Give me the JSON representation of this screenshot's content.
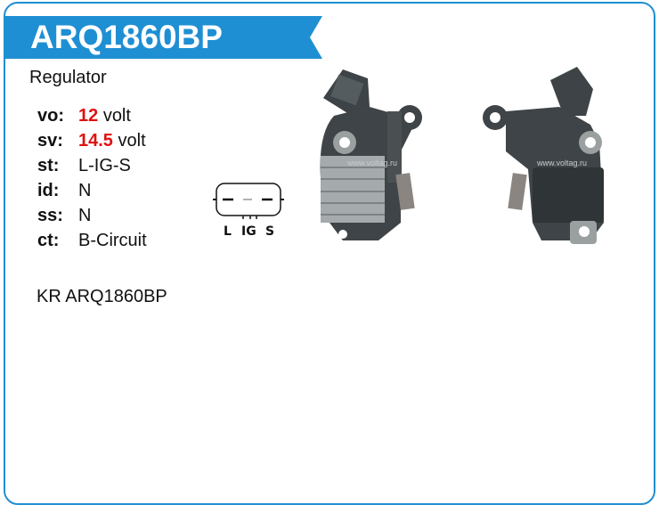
{
  "title": "ARQ1860BP",
  "type": "Regulator",
  "specs": [
    {
      "key": "vo:",
      "value": "12",
      "unit": "volt",
      "highlight": true
    },
    {
      "key": "sv:",
      "value": "14.5",
      "unit": "volt",
      "highlight": true
    },
    {
      "key": "st:",
      "value": "L-IG-S",
      "unit": "",
      "highlight": false
    },
    {
      "key": "id:",
      "value": "N",
      "unit": "",
      "highlight": false
    },
    {
      "key": "ss:",
      "value": "N",
      "unit": "",
      "highlight": false
    },
    {
      "key": "ct:",
      "value": "B-Circuit",
      "unit": "",
      "highlight": false
    }
  ],
  "cross_reference": "KR ARQ1860BP",
  "connector": {
    "pins": [
      "L",
      "IG",
      "S"
    ]
  },
  "watermark": "www.voltag.ru",
  "colors": {
    "accent": "#1f8fd3",
    "highlight": "#e01010"
  }
}
